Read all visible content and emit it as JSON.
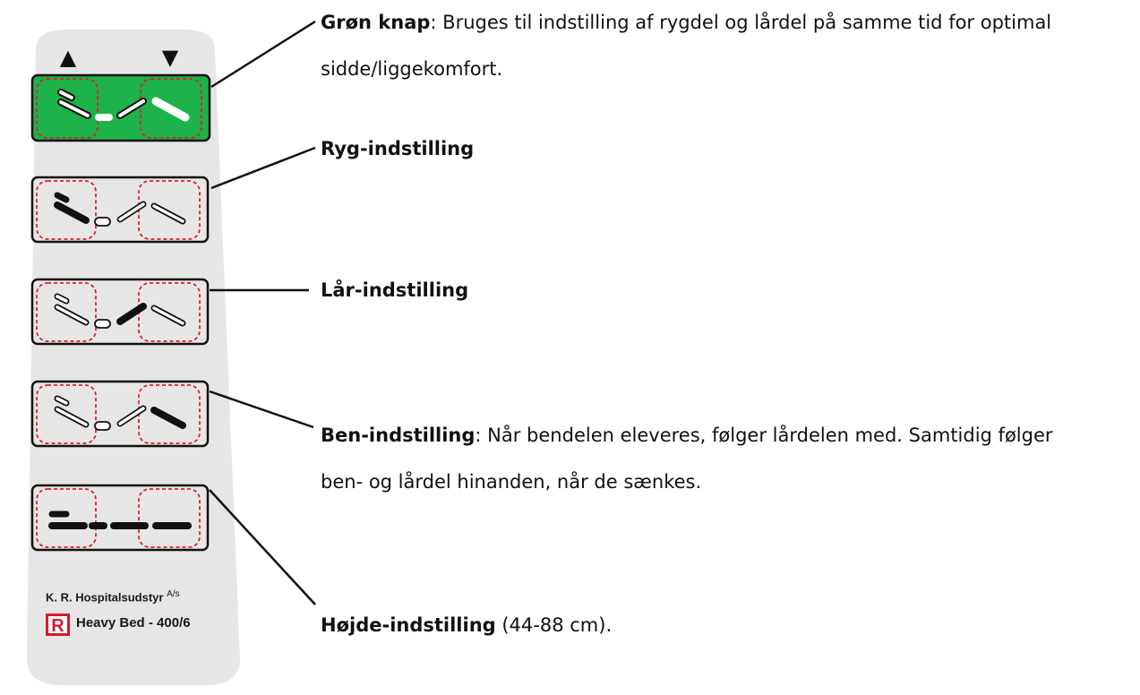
{
  "remote": {
    "arrow_up": "▲",
    "arrow_down": "▼",
    "buttons": [
      {
        "name": "green-button",
        "color": "#1db34a"
      },
      {
        "name": "back-button"
      },
      {
        "name": "thigh-button"
      },
      {
        "name": "leg-button"
      },
      {
        "name": "height-button"
      }
    ],
    "brand_line1": "K. R. Hospitalsudstyr",
    "brand_superscript": "A/s",
    "logo_letter": "R",
    "model": "Heavy Bed - 400/6",
    "colors": {
      "body": "#e6e6e6",
      "green": "#1db34a",
      "dashed": "#e0202a",
      "logo": "#d7192a"
    }
  },
  "labels": {
    "green": {
      "title": "Grøn knap",
      "line1": ": Bruges til indstilling af rygdel og lårdel på samme tid for optimal",
      "line2": "sidde/liggekomfort."
    },
    "back": {
      "title": "Ryg-indstilling"
    },
    "thigh": {
      "title": "Lår-indstilling"
    },
    "leg": {
      "title": "Ben-indstilling",
      "line1": ": Når bendelen eleveres, følger lårdelen med. Samtidig følger",
      "line2": "ben- og lårdel hinanden, når de sænkes."
    },
    "height": {
      "title": "Højde-indstilling",
      "detail": " (44-88 cm)."
    }
  }
}
